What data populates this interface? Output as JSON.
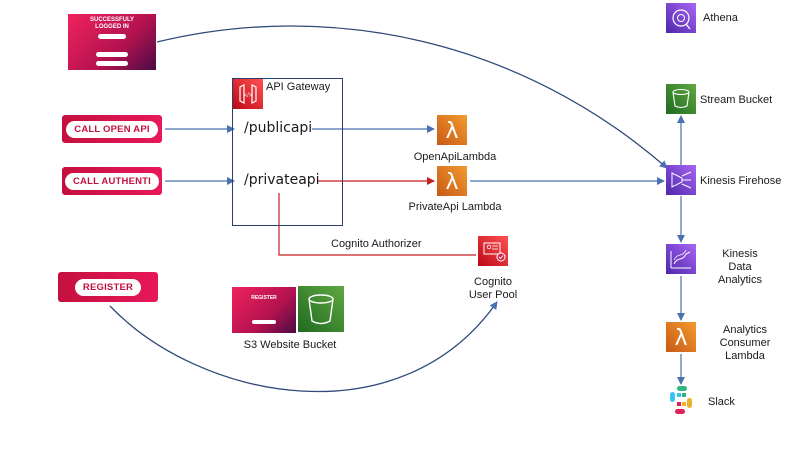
{
  "app_screens": {
    "logged_in_title": "SUCCESSFULY LOGGED IN",
    "register_title": "REGISTER",
    "call_open_api": "CALL OPEN API",
    "call_authenticated": "CALL AUTHENTI",
    "register": "REGISTER"
  },
  "api_gateway": {
    "title": "API Gateway",
    "public_route": "/publicapi",
    "private_route": "/privateapi"
  },
  "lambdas": {
    "open": "OpenApiLambda",
    "private": "PrivateApi Lambda"
  },
  "cognito": {
    "authorizer": "Cognito Authorizer",
    "user_pool": "Cognito\nUser Pool"
  },
  "s3_website": "S3 Website Bucket",
  "pipeline": {
    "athena": "Athena",
    "stream_bucket": "Stream Bucket",
    "firehose": "Kinesis Firehose",
    "analytics": "Kinesis\nData Analytics",
    "consumer": "Analytics Consumer\nLambda",
    "slack": "Slack"
  },
  "colors": {
    "orange": "#e7812a",
    "green": "#3d8b2c",
    "purple": "#7b3fd1",
    "red_pink": "#d0254d",
    "arrow_blue": "#4a72b0",
    "arrow_red": "#c81e1e"
  }
}
